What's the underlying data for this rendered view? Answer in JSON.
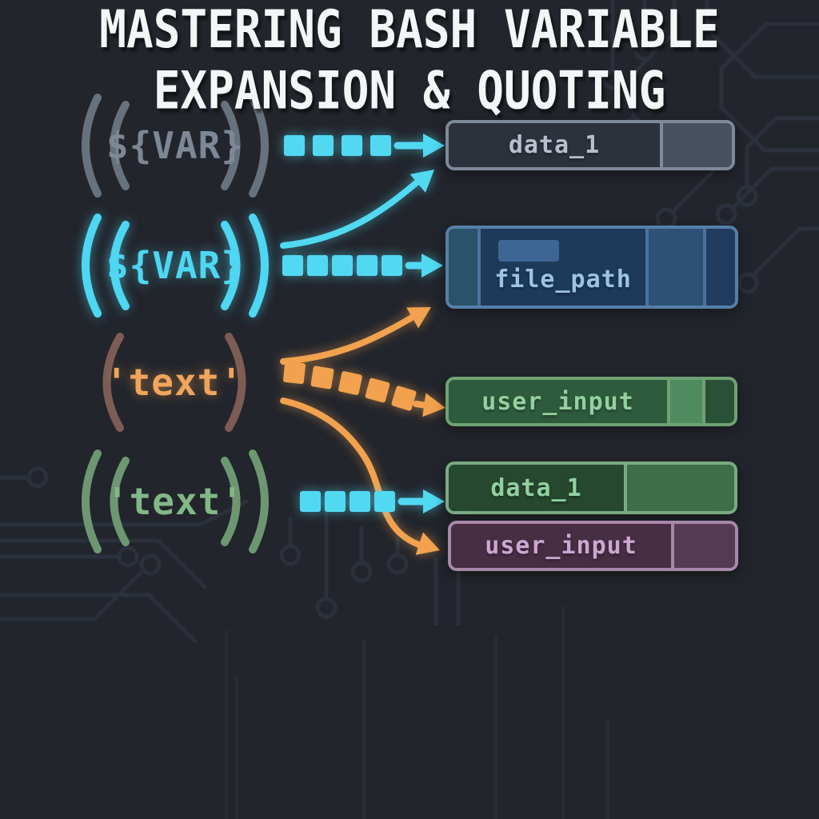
{
  "poster": {
    "title_line1": "MASTERING BASH VARIABLE",
    "title_line2": "EXPANSION & QUOTING"
  },
  "sources": [
    {
      "token": "${VAR}",
      "paren_style": "double",
      "token_color": "#7d8795",
      "paren_color": "#67727f",
      "arrow_color": "#52d9f2",
      "arrow_style": "dashed-straight",
      "maps_to": [
        "data_1"
      ]
    },
    {
      "token": "${VAR}",
      "paren_style": "double",
      "token_color": "#4ed7f2",
      "paren_color": "#4ed7f2",
      "arrow_color": "#52d9f2",
      "arrow_style": "dashed-straight-and-curve-up",
      "maps_to": [
        "file_path",
        "data_1"
      ]
    },
    {
      "token": "'text'",
      "paren_style": "single",
      "token_color": "#f1a55c",
      "paren_color": "#7d5c55",
      "arrow_color": "#f2a24e",
      "arrow_style": "dashed-fanout",
      "maps_to": [
        "file_path",
        "user_input",
        "user_input"
      ]
    },
    {
      "token": "'text'",
      "paren_style": "double",
      "token_color": "#82b887",
      "paren_color": "#6d9770",
      "arrow_color": "#52d9f2",
      "arrow_style": "dashed-straight",
      "maps_to": [
        "data_1"
      ]
    }
  ],
  "targets": [
    {
      "label": "data_1",
      "theme": "slate",
      "fill": "#2c313b",
      "accent": "#47505e",
      "border": "#7e8a99",
      "text_color": "#b6c0cd"
    },
    {
      "label": "file_path",
      "theme": "blue",
      "fill": "#1d3a5a",
      "accent": "#2d5176",
      "border": "#567fa8",
      "text_color": "#9cc3e3"
    },
    {
      "label": "user_input",
      "theme": "green",
      "fill": "#2e5a3d",
      "accent": "#4e8b5e",
      "border": "#6fa173",
      "text_color": "#93d09f"
    },
    {
      "label": "data_1",
      "theme": "green",
      "fill": "#26482f",
      "accent": "#3d6e48",
      "border": "#7aab80",
      "text_color": "#93d09f"
    },
    {
      "label": "user_input",
      "theme": "purple",
      "fill": "#472e43",
      "accent": "#573b52",
      "border": "#a788ab",
      "text_color": "#cda6d1"
    }
  ],
  "colors": {
    "background": "#22252c",
    "cyan": "#52d9f2",
    "orange": "#f2a24e",
    "circuit": "#2b313c",
    "circuit_faint": "#272c35",
    "title": "#f4f5f6"
  }
}
